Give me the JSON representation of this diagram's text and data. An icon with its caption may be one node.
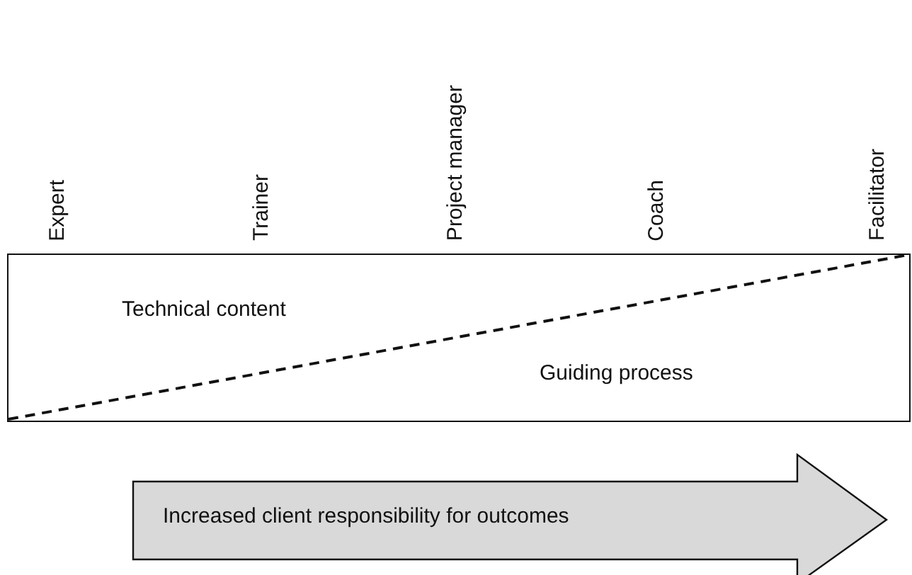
{
  "diagram": {
    "nodes": [
      {
        "text": [
          "Technical content",
          "Guiding process"
        ]
      },
      {
        "text": [
          "Increased client responsibility for outcomes"
        ]
      }
    ],
    "labels": [
      "Expert",
      "Trainer",
      "Project manager",
      "Coach",
      "Facilitator"
    ]
  }
}
